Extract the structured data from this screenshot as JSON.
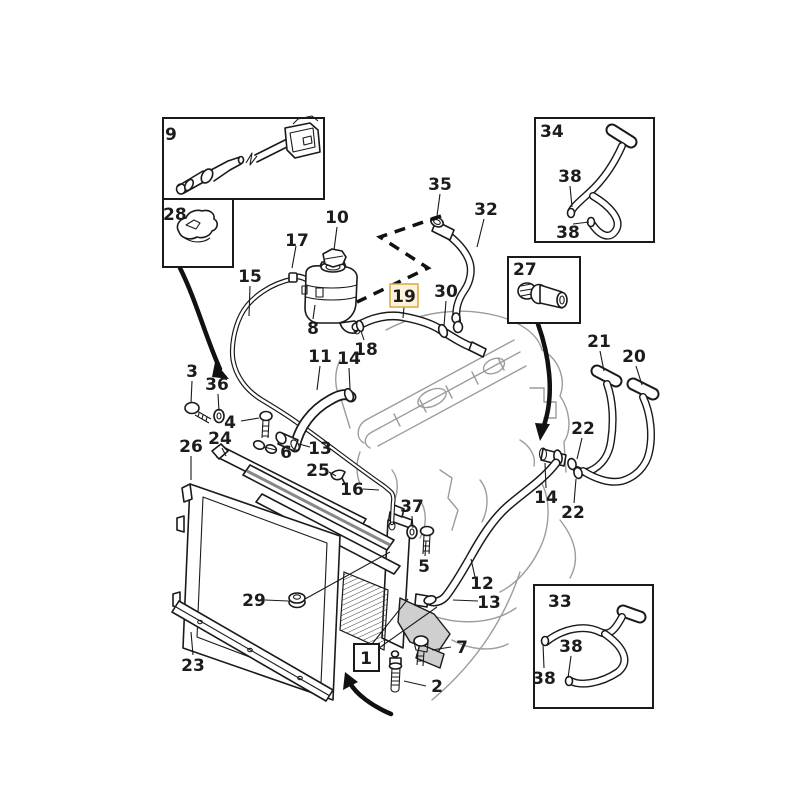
{
  "meta": {
    "background": "#ffffff",
    "line_color": "#1a1a1a",
    "engine_sketch_color": "#9c9c9c",
    "highlighted_part": "19",
    "highlight_border": "#d9a93e",
    "highlight_fill": "#fcf3da",
    "highlight_text_color": "#3d3d3d"
  },
  "callouts": {
    "n9": {
      "text": "9"
    },
    "n28": {
      "text": "28"
    },
    "n10": {
      "text": "10"
    },
    "n17": {
      "text": "17"
    },
    "n15": {
      "text": "15"
    },
    "n35": {
      "text": "35"
    },
    "n32": {
      "text": "32"
    },
    "n34": {
      "text": "34"
    },
    "n38a": {
      "text": "38"
    },
    "n38b": {
      "text": "38"
    },
    "n27": {
      "text": "27"
    },
    "n19": {
      "text": "19"
    },
    "n30": {
      "text": "30"
    },
    "n8": {
      "text": "8"
    },
    "n18": {
      "text": "18"
    },
    "n14a": {
      "text": "14"
    },
    "n11": {
      "text": "11"
    },
    "n21": {
      "text": "21"
    },
    "n20": {
      "text": "20"
    },
    "n22a": {
      "text": "22"
    },
    "n14b": {
      "text": "14"
    },
    "n22b": {
      "text": "22"
    },
    "n3": {
      "text": "3"
    },
    "n36": {
      "text": "36"
    },
    "n4": {
      "text": "4"
    },
    "n24": {
      "text": "24"
    },
    "n26": {
      "text": "26"
    },
    "n6": {
      "text": "6"
    },
    "n13a": {
      "text": "13"
    },
    "n25": {
      "text": "25"
    },
    "n16": {
      "text": "16"
    },
    "n37": {
      "text": "37"
    },
    "n5": {
      "text": "5"
    },
    "n12": {
      "text": "12"
    },
    "n13b": {
      "text": "13"
    },
    "n29": {
      "text": "29"
    },
    "n1": {
      "text": "1"
    },
    "n7": {
      "text": "7"
    },
    "n2": {
      "text": "2"
    },
    "n23": {
      "text": "23"
    },
    "n33": {
      "text": "33"
    },
    "n38c": {
      "text": "38"
    },
    "n38d": {
      "text": "38"
    }
  }
}
